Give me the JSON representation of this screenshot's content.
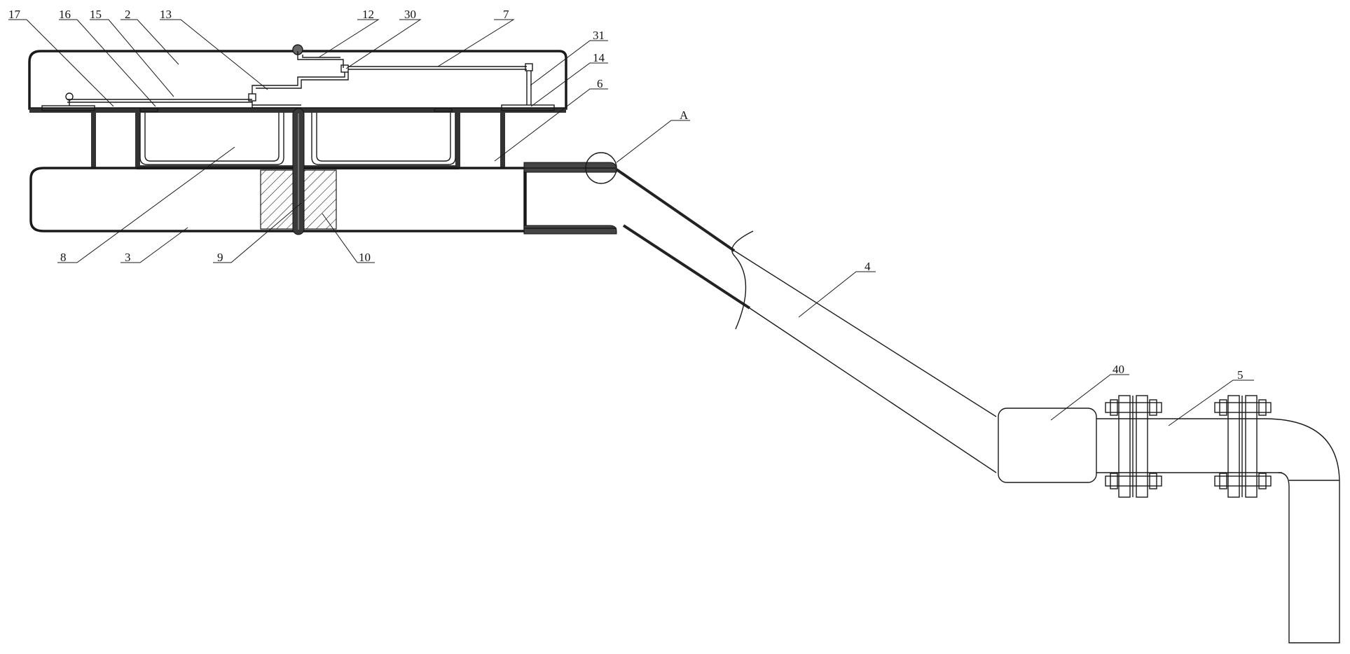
{
  "labels": {
    "n17": "17",
    "n16": "16",
    "n15": "15",
    "n2": "2",
    "n13": "13",
    "n12": "12",
    "n30": "30",
    "n7": "7",
    "n31": "31",
    "n14": "14",
    "n6": "6",
    "nA": "A",
    "n8": "8",
    "n3": "3",
    "n9": "9",
    "n10": "10",
    "n4": "4",
    "n40": "40",
    "n5": "5"
  }
}
